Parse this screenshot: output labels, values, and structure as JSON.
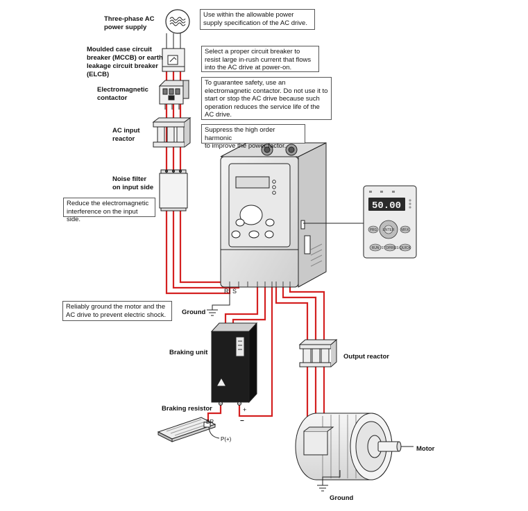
{
  "labels": {
    "power_supply": "Three-phase AC\npower supply",
    "breaker": "Moulded case circuit\nbreaker (MCCB) or earth\nleakage circuit breaker\n(ELCB)",
    "contactor": "Electromagnetic\ncontactor",
    "input_reactor": "AC input\nreactor",
    "noise_filter": "Noise filter\non input side",
    "ground_1": "Ground",
    "braking_unit": "Braking unit",
    "braking_resistor": "Braking resistor",
    "output_reactor": "Output reactor",
    "motor": "Motor",
    "ground_2": "Ground"
  },
  "notes": {
    "power_supply": "Use within the allowable power\nsupply specification of the AC drive.",
    "breaker": "Select a proper circuit breaker to\nresist large in-rush current that flows\ninto the AC drive at power-on.",
    "contactor": "To guarantee safety, use an\nelectromagnetic contactor. Do not use it to\nstart or stop the AC drive because such\noperation reduces the service life of the\nAC drive.",
    "input_reactor": "Suppress the high order harmonic\nto improve the power factor.",
    "noise_filter": "Reduce the electromagnetic\ninterference on the input side.",
    "grounding": "Reliably ground the motor and the\nAC drive to prevent electric shock."
  },
  "terminals": {
    "r": "R",
    "s": "S",
    "br": "BR",
    "p_plus": "P(+)",
    "plus": "+",
    "minus": "−"
  },
  "keypad": {
    "display": "50.00",
    "btn_prg": "PRG",
    "btn_enter": "ENTER",
    "btn_mf": "MF.K",
    "btn_run": "RUN",
    "btn_stop": "STOP/RES",
    "btn_qk": "QUICK"
  },
  "colors": {
    "wire": "#d42020",
    "line": "#222222",
    "device_light": "#eeeeee",
    "device_dark": "#1d1d1d"
  }
}
